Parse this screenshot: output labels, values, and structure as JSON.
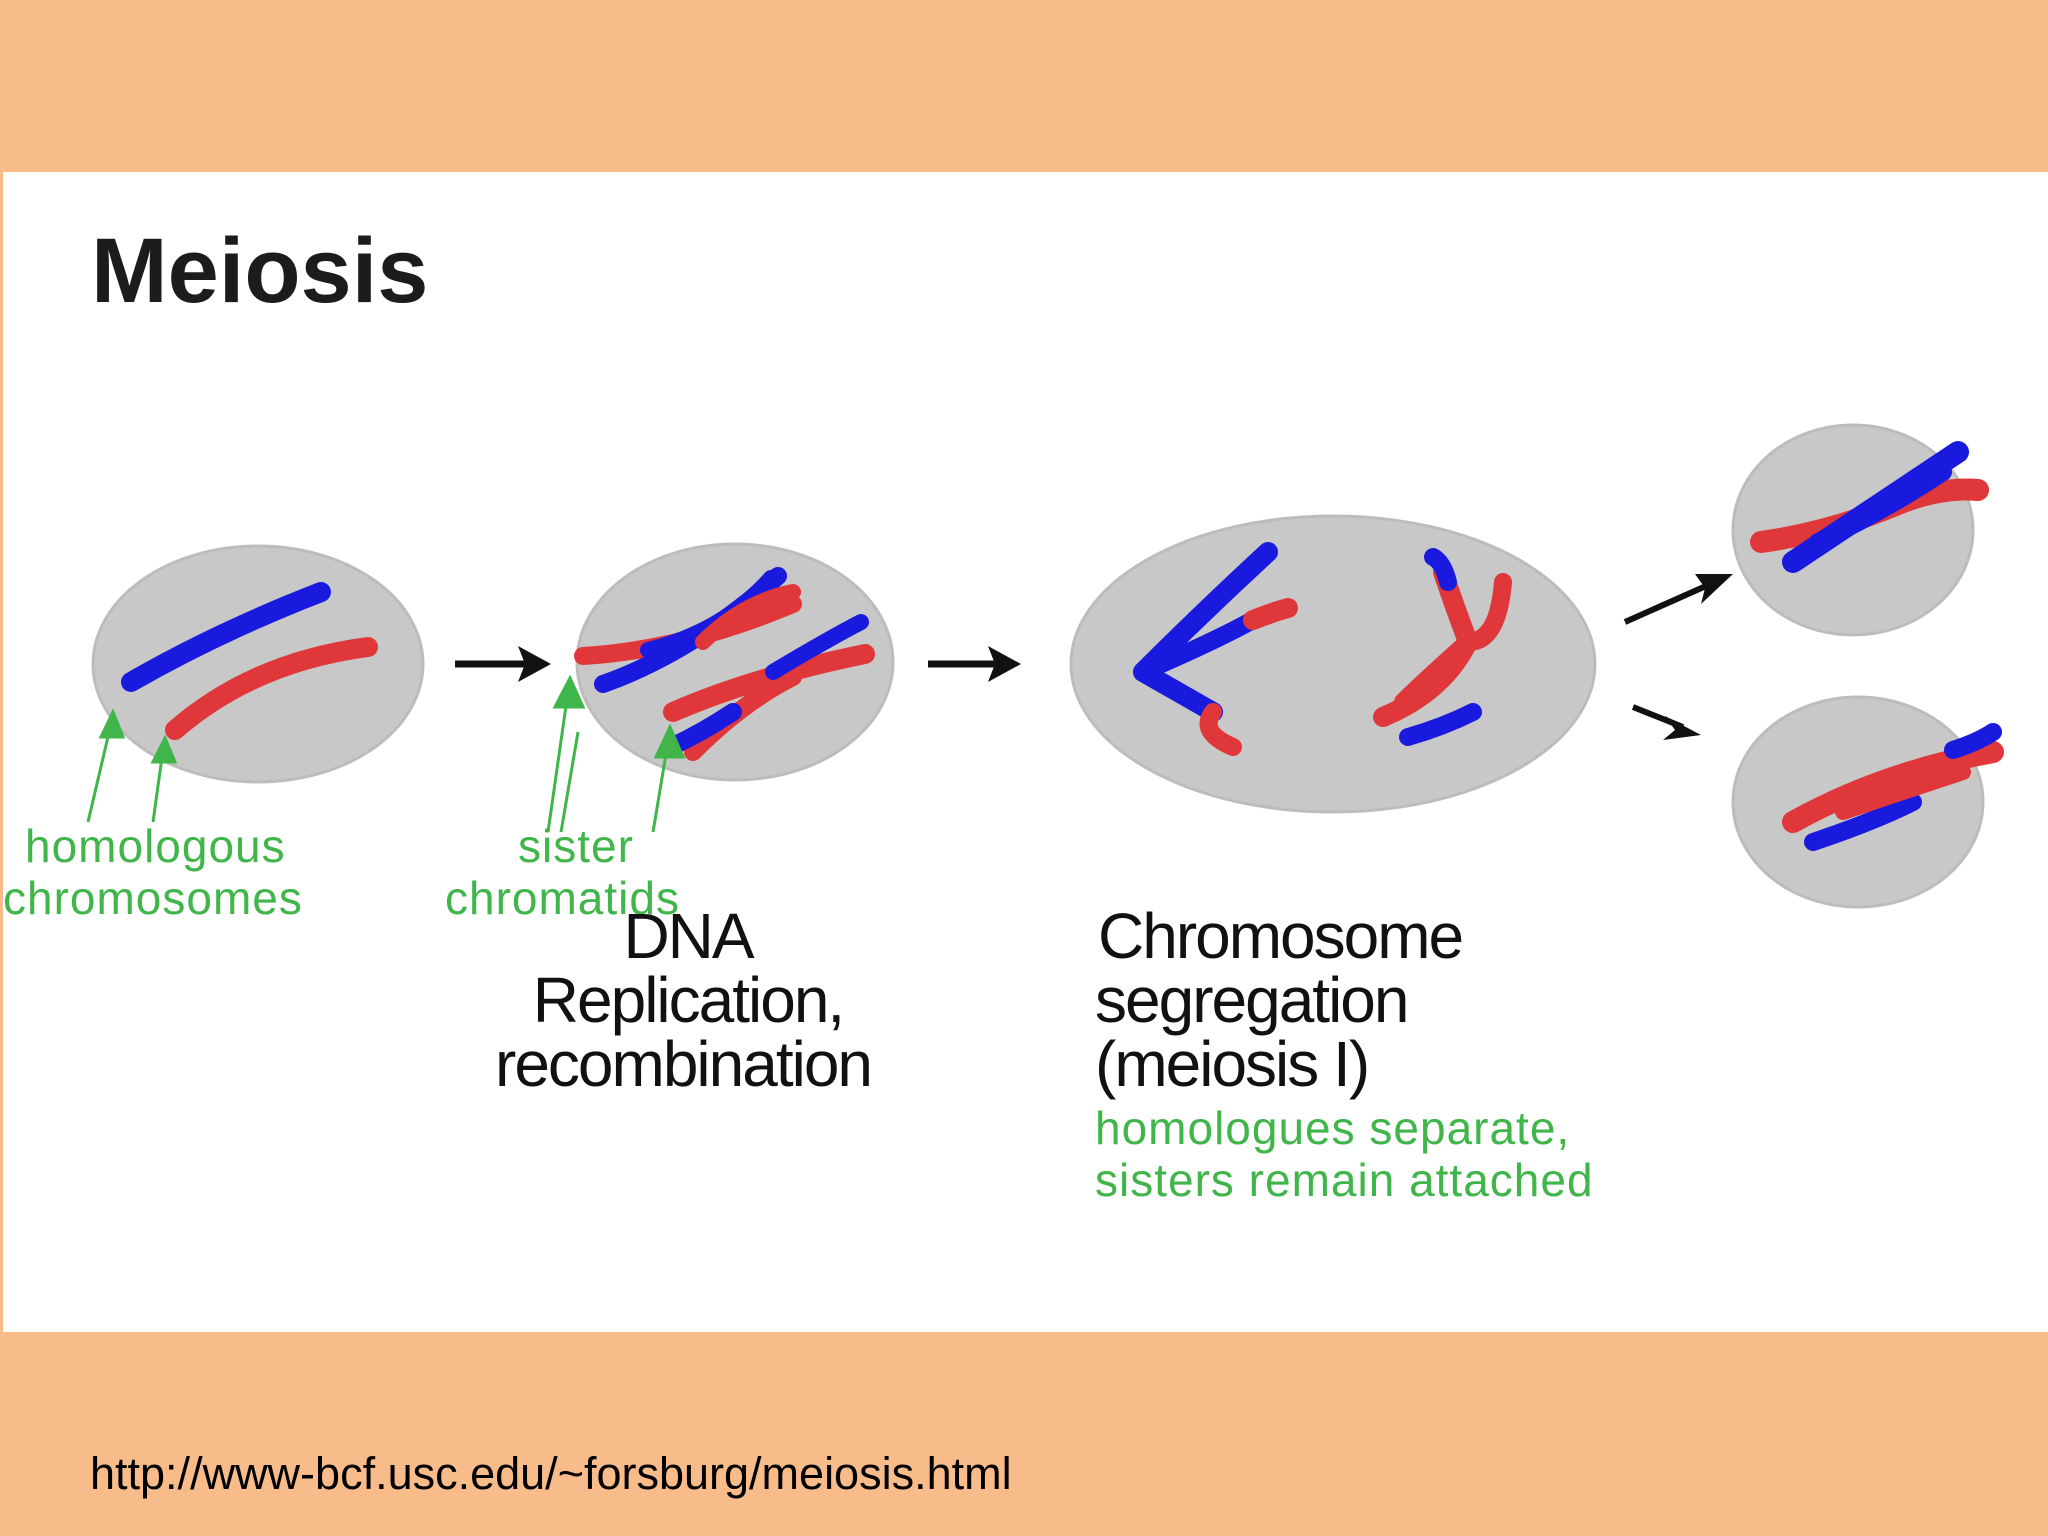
{
  "title": "Meiosis",
  "stages": {
    "replication": [
      "DNA",
      "Replication,",
      "recombination"
    ],
    "segregation": [
      "Chromosome",
      "segregation",
      "(meiosis I)"
    ],
    "segregation_note": [
      "homologues separate,",
      "sisters remain attached"
    ]
  },
  "callouts": {
    "homologous": [
      "homologous",
      "chromosomes"
    ],
    "sister": [
      "sister",
      "chromatids"
    ]
  },
  "source_url": "http://www-bcf.usc.edu/~forsburg/meiosis.html",
  "colors": {
    "slide_background": "#f8bb8a",
    "cell": "#c8c8c8",
    "paternal_chromosome": "#1a1adf",
    "maternal_chromosome": "#e0383a",
    "annotation": "#3fb54a"
  }
}
